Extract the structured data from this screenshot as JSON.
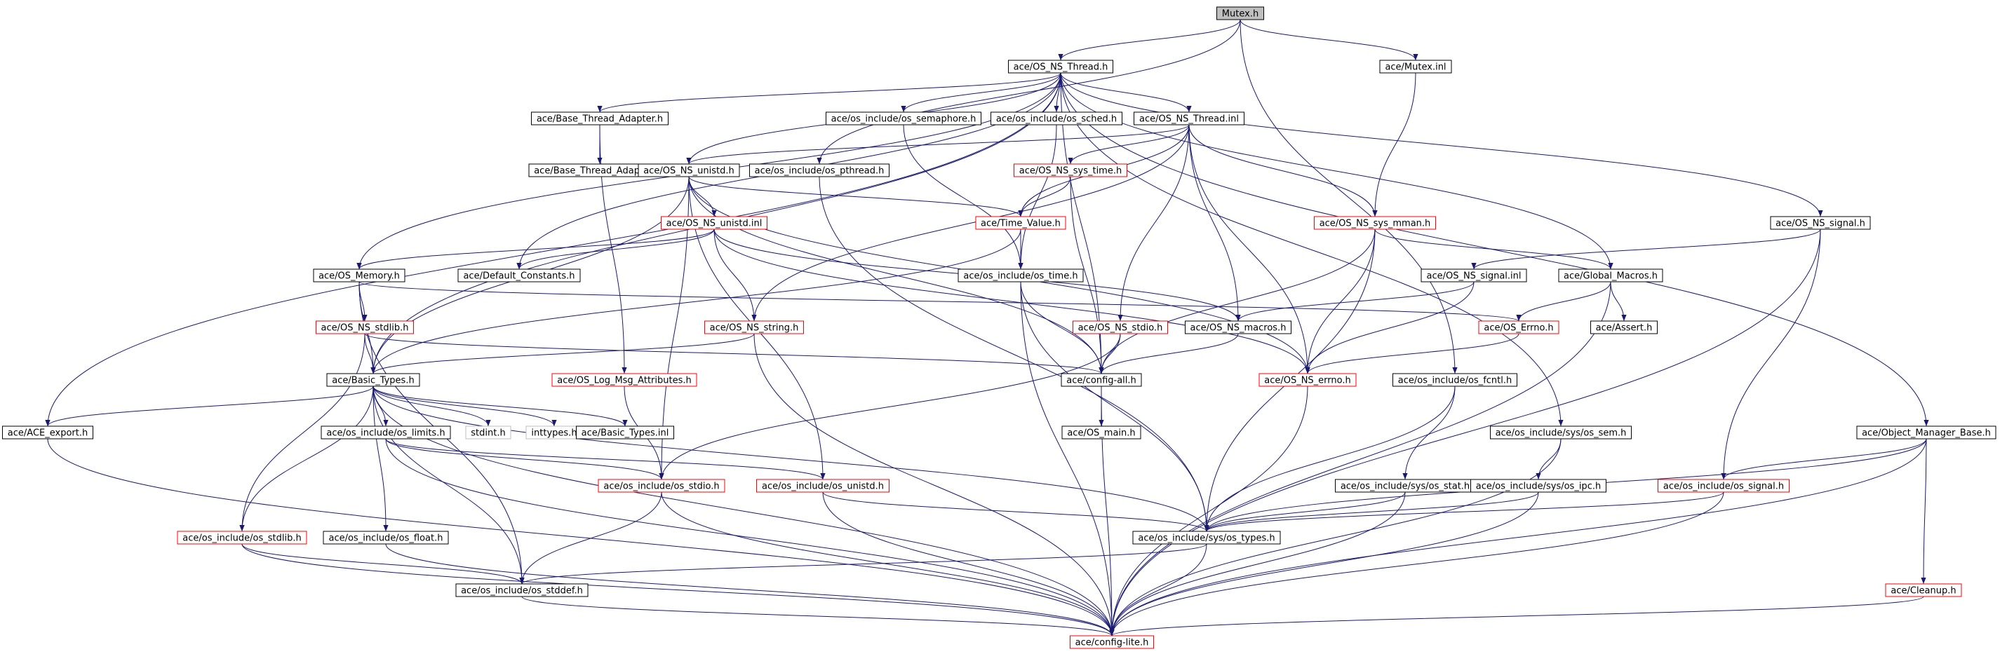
{
  "colors": {
    "edge": "#191970",
    "border_default": "#000000",
    "border_missing": "#ff0000",
    "border_ext": "#bfbfbf",
    "fill_root": "#bfbfbf",
    "fill_default": "#ffffff"
  },
  "nodes": [
    {
      "id": "mutex_h",
      "label": "Mutex.h",
      "style": "root"
    },
    {
      "id": "os_ns_thread_h",
      "label": "ace/OS_NS_Thread.h",
      "style": "default"
    },
    {
      "id": "mutex_inl",
      "label": "ace/Mutex.inl",
      "style": "default"
    },
    {
      "id": "base_thread_adapter_h",
      "label": "ace/Base_Thread_Adapter.h",
      "style": "default"
    },
    {
      "id": "os_semaphore_h",
      "label": "ace/os_include/os_semaphore.h",
      "style": "default"
    },
    {
      "id": "os_sched_h",
      "label": "ace/os_include/os_sched.h",
      "style": "default"
    },
    {
      "id": "os_ns_thread_inl",
      "label": "ace/OS_NS_Thread.inl",
      "style": "default"
    },
    {
      "id": "base_thread_adapter_inl",
      "label": "ace/Base_Thread_Adapter.inl",
      "style": "default"
    },
    {
      "id": "os_ns_unistd_h",
      "label": "ace/OS_NS_unistd.h",
      "style": "default"
    },
    {
      "id": "os_pthread_h",
      "label": "ace/os_include/os_pthread.h",
      "style": "default"
    },
    {
      "id": "os_ns_sys_time_h",
      "label": "ace/OS_NS_sys_time.h",
      "style": "missing"
    },
    {
      "id": "os_ns_unistd_inl",
      "label": "ace/OS_NS_unistd.inl",
      "style": "missing"
    },
    {
      "id": "time_value_h",
      "label": "ace/Time_Value.h",
      "style": "missing"
    },
    {
      "id": "os_ns_sys_mman_h",
      "label": "ace/OS_NS_sys_mman.h",
      "style": "missing"
    },
    {
      "id": "os_ns_signal_h",
      "label": "ace/OS_NS_signal.h",
      "style": "default"
    },
    {
      "id": "os_memory_h",
      "label": "ace/OS_Memory.h",
      "style": "default"
    },
    {
      "id": "default_constants_h",
      "label": "ace/Default_Constants.h",
      "style": "default"
    },
    {
      "id": "os_time_h",
      "label": "ace/os_include/os_time.h",
      "style": "default"
    },
    {
      "id": "os_ns_signal_inl",
      "label": "ace/OS_NS_signal.inl",
      "style": "default"
    },
    {
      "id": "global_macros_h",
      "label": "ace/Global_Macros.h",
      "style": "default"
    },
    {
      "id": "os_ns_stdlib_h",
      "label": "ace/OS_NS_stdlib.h",
      "style": "missing"
    },
    {
      "id": "os_ns_string_h",
      "label": "ace/OS_NS_string.h",
      "style": "missing"
    },
    {
      "id": "os_ns_stdio_h",
      "label": "ace/OS_NS_stdio.h",
      "style": "missing"
    },
    {
      "id": "os_ns_macros_h",
      "label": "ace/OS_NS_macros.h",
      "style": "default"
    },
    {
      "id": "os_errno_h",
      "label": "ace/OS_Errno.h",
      "style": "missing"
    },
    {
      "id": "assert_h",
      "label": "ace/Assert.h",
      "style": "default"
    },
    {
      "id": "basic_types_h",
      "label": "ace/Basic_Types.h",
      "style": "default"
    },
    {
      "id": "os_log_msg_attributes_h",
      "label": "ace/OS_Log_Msg_Attributes.h",
      "style": "missing"
    },
    {
      "id": "config_all_h",
      "label": "ace/config-all.h",
      "style": "default"
    },
    {
      "id": "os_ns_errno_h",
      "label": "ace/OS_NS_errno.h",
      "style": "missing"
    },
    {
      "id": "os_fcntl_h",
      "label": "ace/os_include/os_fcntl.h",
      "style": "default"
    },
    {
      "id": "ace_export_h",
      "label": "ace/ACE_export.h",
      "style": "default"
    },
    {
      "id": "os_limits_h",
      "label": "ace/os_include/os_limits.h",
      "style": "default"
    },
    {
      "id": "stdint_h",
      "label": "stdint.h",
      "style": "ext"
    },
    {
      "id": "inttypes_h",
      "label": "inttypes.h",
      "style": "ext"
    },
    {
      "id": "basic_types_inl",
      "label": "ace/Basic_Types.inl",
      "style": "default"
    },
    {
      "id": "os_main_h",
      "label": "ace/OS_main.h",
      "style": "default"
    },
    {
      "id": "os_sem_h",
      "label": "ace/os_include/sys/os_sem.h",
      "style": "default"
    },
    {
      "id": "object_manager_base_h",
      "label": "ace/Object_Manager_Base.h",
      "style": "default"
    },
    {
      "id": "os_stdio_h",
      "label": "ace/os_include/os_stdio.h",
      "style": "missing"
    },
    {
      "id": "os_unistd_h",
      "label": "ace/os_include/os_unistd.h",
      "style": "missing"
    },
    {
      "id": "os_stat_h",
      "label": "ace/os_include/sys/os_stat.h",
      "style": "default"
    },
    {
      "id": "os_ipc_h",
      "label": "ace/os_include/sys/os_ipc.h",
      "style": "default"
    },
    {
      "id": "os_signal_h",
      "label": "ace/os_include/os_signal.h",
      "style": "missing"
    },
    {
      "id": "os_stdlib_h",
      "label": "ace/os_include/os_stdlib.h",
      "style": "missing"
    },
    {
      "id": "os_float_h",
      "label": "ace/os_include/os_float.h",
      "style": "default"
    },
    {
      "id": "os_types_h",
      "label": "ace/os_include/sys/os_types.h",
      "style": "default"
    },
    {
      "id": "os_stddef_h",
      "label": "ace/os_include/os_stddef.h",
      "style": "default"
    },
    {
      "id": "cleanup_h",
      "label": "ace/Cleanup.h",
      "style": "missing"
    },
    {
      "id": "config_lite_h",
      "label": "ace/config-lite.h",
      "style": "missing"
    }
  ],
  "edges": [
    [
      "mutex_h",
      "os_ns_thread_h"
    ],
    [
      "mutex_h",
      "mutex_inl"
    ],
    [
      "mutex_h",
      "os_pthread_h"
    ],
    [
      "mutex_h",
      "os_fcntl_h"
    ],
    [
      "mutex_inl",
      "os_ns_sys_mman_h"
    ],
    [
      "os_ns_thread_h",
      "ace_export_h"
    ],
    [
      "os_ns_thread_h",
      "basic_types_h"
    ],
    [
      "os_ns_thread_h",
      "os_memory_h"
    ],
    [
      "os_ns_thread_h",
      "default_constants_h"
    ],
    [
      "os_ns_thread_h",
      "base_thread_adapter_h"
    ],
    [
      "os_ns_thread_h",
      "os_ns_unistd_h"
    ],
    [
      "os_ns_thread_h",
      "os_semaphore_h"
    ],
    [
      "os_ns_thread_h",
      "os_sched_h"
    ],
    [
      "os_ns_thread_h",
      "os_ns_thread_inl"
    ],
    [
      "os_ns_thread_h",
      "config_all_h"
    ],
    [
      "os_ns_thread_h",
      "global_macros_h"
    ],
    [
      "os_ns_thread_h",
      "os_sem_h"
    ],
    [
      "os_ns_thread_h",
      "os_ns_signal_h"
    ],
    [
      "os_ns_thread_h",
      "object_manager_base_h"
    ],
    [
      "base_thread_adapter_h",
      "base_thread_adapter_inl"
    ],
    [
      "base_thread_adapter_h",
      "os_log_msg_attributes_h"
    ],
    [
      "os_semaphore_h",
      "os_time_h"
    ],
    [
      "os_sched_h",
      "os_time_h"
    ],
    [
      "os_ns_thread_inl",
      "os_ns_unistd_h"
    ],
    [
      "os_ns_thread_inl",
      "os_ns_sys_time_h"
    ],
    [
      "os_ns_thread_inl",
      "time_value_h"
    ],
    [
      "os_ns_thread_inl",
      "os_ns_sys_mman_h"
    ],
    [
      "os_ns_thread_inl",
      "os_ns_string_h"
    ],
    [
      "os_ns_thread_inl",
      "os_ns_stdio_h"
    ],
    [
      "os_ns_thread_inl",
      "os_ns_macros_h"
    ],
    [
      "os_ns_thread_inl",
      "os_ns_errno_h"
    ],
    [
      "os_ns_unistd_h",
      "basic_types_h"
    ],
    [
      "os_ns_unistd_h",
      "os_ns_unistd_inl"
    ],
    [
      "os_ns_unistd_h",
      "time_value_h"
    ],
    [
      "os_ns_unistd_h",
      "config_all_h"
    ],
    [
      "os_ns_unistd_h",
      "os_stdio_h"
    ],
    [
      "os_ns_unistd_h",
      "os_unistd_h"
    ],
    [
      "os_ns_unistd_h",
      "os_ns_errno_h"
    ],
    [
      "os_pthread_h",
      "os_types_h"
    ],
    [
      "os_ns_sys_time_h",
      "time_value_h"
    ],
    [
      "os_ns_sys_time_h",
      "config_all_h"
    ],
    [
      "os_ns_unistd_inl",
      "os_memory_h"
    ],
    [
      "os_ns_unistd_inl",
      "default_constants_h"
    ],
    [
      "os_ns_unistd_inl",
      "os_ns_string_h"
    ],
    [
      "os_ns_unistd_inl",
      "os_ns_macros_h"
    ],
    [
      "os_ns_unistd_inl",
      "os_ns_errno_h"
    ],
    [
      "time_value_h",
      "basic_types_h"
    ],
    [
      "time_value_h",
      "os_time_h"
    ],
    [
      "os_ns_sys_mman_h",
      "global_macros_h"
    ],
    [
      "os_ns_sys_mman_h",
      "config_all_h"
    ],
    [
      "os_ns_sys_mman_h",
      "os_types_h"
    ],
    [
      "os_ns_sys_mman_h",
      "os_ns_errno_h"
    ],
    [
      "os_ns_signal_h",
      "os_ns_signal_inl"
    ],
    [
      "os_ns_signal_h",
      "os_signal_h"
    ],
    [
      "os_ns_signal_h",
      "config_lite_h"
    ],
    [
      "os_memory_h",
      "basic_types_h"
    ],
    [
      "os_memory_h",
      "os_ns_stdlib_h"
    ],
    [
      "os_memory_h",
      "os_errno_h"
    ],
    [
      "os_memory_h",
      "os_stddef_h"
    ],
    [
      "os_time_h",
      "config_all_h"
    ],
    [
      "os_time_h",
      "os_types_h"
    ],
    [
      "os_time_h",
      "config_lite_h"
    ],
    [
      "os_ns_signal_inl",
      "os_ns_macros_h"
    ],
    [
      "os_ns_signal_inl",
      "os_ns_errno_h"
    ],
    [
      "global_macros_h",
      "os_errno_h"
    ],
    [
      "global_macros_h",
      "assert_h"
    ],
    [
      "global_macros_h",
      "config_lite_h"
    ],
    [
      "os_ns_stdlib_h",
      "basic_types_h"
    ],
    [
      "os_ns_stdlib_h",
      "config_all_h"
    ],
    [
      "os_ns_stdlib_h",
      "os_stdlib_h"
    ],
    [
      "os_ns_string_h",
      "basic_types_h"
    ],
    [
      "os_ns_string_h",
      "config_lite_h"
    ],
    [
      "os_ns_stdio_h",
      "config_all_h"
    ],
    [
      "os_ns_stdio_h",
      "os_stdio_h"
    ],
    [
      "os_ns_macros_h",
      "config_all_h"
    ],
    [
      "os_errno_h",
      "os_ns_errno_h"
    ],
    [
      "basic_types_h",
      "ace_export_h"
    ],
    [
      "basic_types_h",
      "os_limits_h"
    ],
    [
      "basic_types_h",
      "stdint_h"
    ],
    [
      "basic_types_h",
      "inttypes_h"
    ],
    [
      "basic_types_h",
      "basic_types_inl"
    ],
    [
      "basic_types_h",
      "os_stdlib_h"
    ],
    [
      "basic_types_h",
      "os_float_h"
    ],
    [
      "basic_types_h",
      "os_stddef_h"
    ],
    [
      "basic_types_h",
      "os_types_h"
    ],
    [
      "basic_types_h",
      "config_lite_h"
    ],
    [
      "os_log_msg_attributes_h",
      "os_stdio_h"
    ],
    [
      "config_all_h",
      "os_main_h"
    ],
    [
      "config_all_h",
      "config_lite_h"
    ],
    [
      "os_ns_errno_h",
      "config_lite_h"
    ],
    [
      "os_fcntl_h",
      "os_stat_h"
    ],
    [
      "os_fcntl_h",
      "os_types_h"
    ],
    [
      "ace_export_h",
      "config_lite_h"
    ],
    [
      "os_limits_h",
      "os_stdio_h"
    ],
    [
      "os_limits_h",
      "os_unistd_h"
    ],
    [
      "os_limits_h",
      "config_lite_h"
    ],
    [
      "os_sem_h",
      "os_ipc_h"
    ],
    [
      "os_sem_h",
      "config_lite_h"
    ],
    [
      "object_manager_base_h",
      "os_signal_h"
    ],
    [
      "object_manager_base_h",
      "os_types_h"
    ],
    [
      "object_manager_base_h",
      "cleanup_h"
    ],
    [
      "object_manager_base_h",
      "config_lite_h"
    ],
    [
      "os_stdio_h",
      "os_stddef_h"
    ],
    [
      "os_stdio_h",
      "config_lite_h"
    ],
    [
      "os_unistd_h",
      "os_types_h"
    ],
    [
      "os_unistd_h",
      "config_lite_h"
    ],
    [
      "os_stat_h",
      "os_types_h"
    ],
    [
      "os_stat_h",
      "config_lite_h"
    ],
    [
      "os_ipc_h",
      "os_types_h"
    ],
    [
      "os_ipc_h",
      "config_lite_h"
    ],
    [
      "os_signal_h",
      "os_types_h"
    ],
    [
      "os_signal_h",
      "config_lite_h"
    ],
    [
      "os_stdlib_h",
      "os_stddef_h"
    ],
    [
      "os_stdlib_h",
      "config_lite_h"
    ],
    [
      "os_float_h",
      "config_lite_h"
    ],
    [
      "os_types_h",
      "os_stddef_h"
    ],
    [
      "os_types_h",
      "config_lite_h"
    ],
    [
      "os_stddef_h",
      "config_lite_h"
    ],
    [
      "cleanup_h",
      "config_lite_h"
    ]
  ]
}
